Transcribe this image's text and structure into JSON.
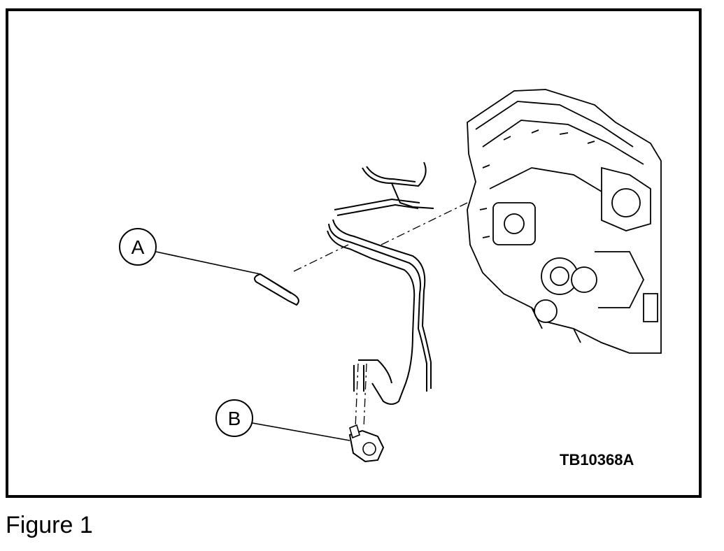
{
  "figure": {
    "caption": "Figure 1",
    "code": "TB10368A",
    "callouts": [
      {
        "id": "A",
        "label": "A"
      },
      {
        "id": "B",
        "label": "B"
      }
    ]
  }
}
